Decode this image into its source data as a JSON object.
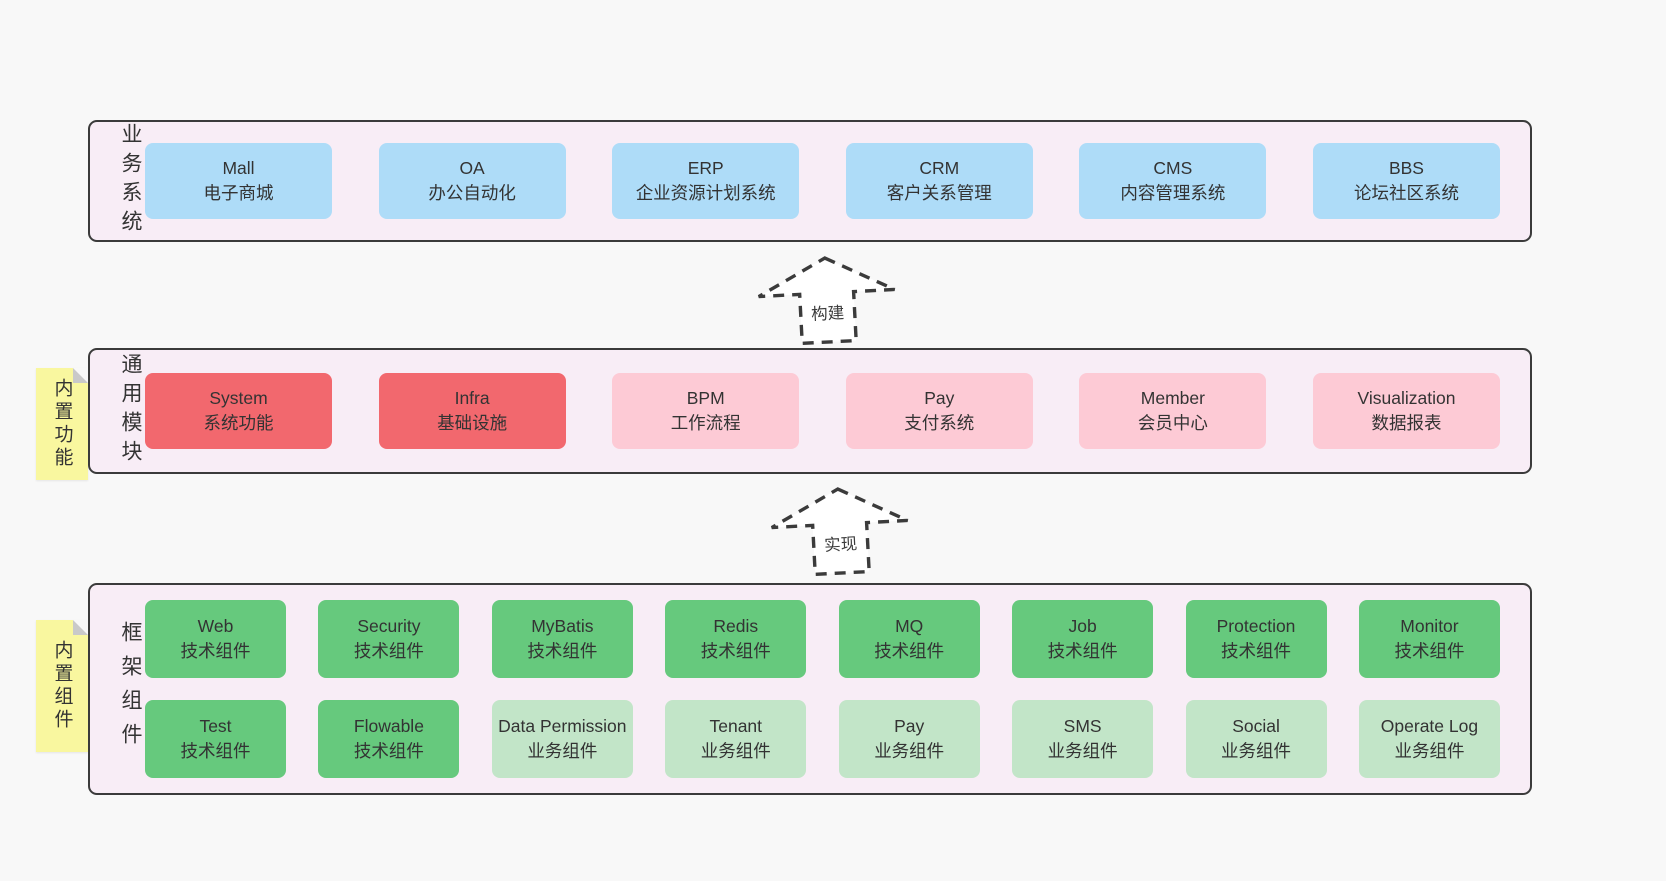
{
  "colors": {
    "page_bg": "#f8f8f8",
    "band_bg": "#f8edf6",
    "band_border": "#3b3b3b",
    "blue": "#aedcf8",
    "red": "#f2686e",
    "pink": "#fdcad5",
    "green_dark": "#66c97d",
    "green_light": "#c2e5c8",
    "sticky_yellow": "#f9f79f",
    "text": "#333333"
  },
  "arrows": [
    {
      "label": "构建"
    },
    {
      "label": "实现"
    }
  ],
  "bands": [
    {
      "label": "业务系统",
      "items": [
        {
          "title": "Mall",
          "subtitle": "电子商城"
        },
        {
          "title": "OA",
          "subtitle": "办公自动化"
        },
        {
          "title": "ERP",
          "subtitle": "企业资源计划系统"
        },
        {
          "title": "CRM",
          "subtitle": "客户关系管理"
        },
        {
          "title": "CMS",
          "subtitle": "内容管理系统"
        },
        {
          "title": "BBS",
          "subtitle": "论坛社区系统"
        }
      ]
    },
    {
      "label": "通用模块",
      "sticky": "内置功能",
      "items": [
        {
          "title": "System",
          "subtitle": "系统功能"
        },
        {
          "title": "Infra",
          "subtitle": "基础设施"
        },
        {
          "title": "BPM",
          "subtitle": "工作流程"
        },
        {
          "title": "Pay",
          "subtitle": "支付系统"
        },
        {
          "title": "Member",
          "subtitle": "会员中心"
        },
        {
          "title": "Visualization",
          "subtitle": "数据报表"
        }
      ]
    },
    {
      "label": "框架组件",
      "sticky": "内置组件",
      "row1": [
        {
          "title": "Web",
          "subtitle": "技术组件"
        },
        {
          "title": "Security",
          "subtitle": "技术组件"
        },
        {
          "title": "MyBatis",
          "subtitle": "技术组件"
        },
        {
          "title": "Redis",
          "subtitle": "技术组件"
        },
        {
          "title": "MQ",
          "subtitle": "技术组件"
        },
        {
          "title": "Job",
          "subtitle": "技术组件"
        },
        {
          "title": "Protection",
          "subtitle": "技术组件"
        },
        {
          "title": "Monitor",
          "subtitle": "技术组件"
        }
      ],
      "row2": [
        {
          "title": "Test",
          "subtitle": "技术组件"
        },
        {
          "title": "Flowable",
          "subtitle": "技术组件"
        },
        {
          "title": "Data Permission",
          "subtitle": "业务组件"
        },
        {
          "title": "Tenant",
          "subtitle": "业务组件"
        },
        {
          "title": "Pay",
          "subtitle": "业务组件"
        },
        {
          "title": "SMS",
          "subtitle": "业务组件"
        },
        {
          "title": "Social",
          "subtitle": "业务组件"
        },
        {
          "title": "Operate Log",
          "subtitle": "业务组件"
        }
      ]
    }
  ]
}
